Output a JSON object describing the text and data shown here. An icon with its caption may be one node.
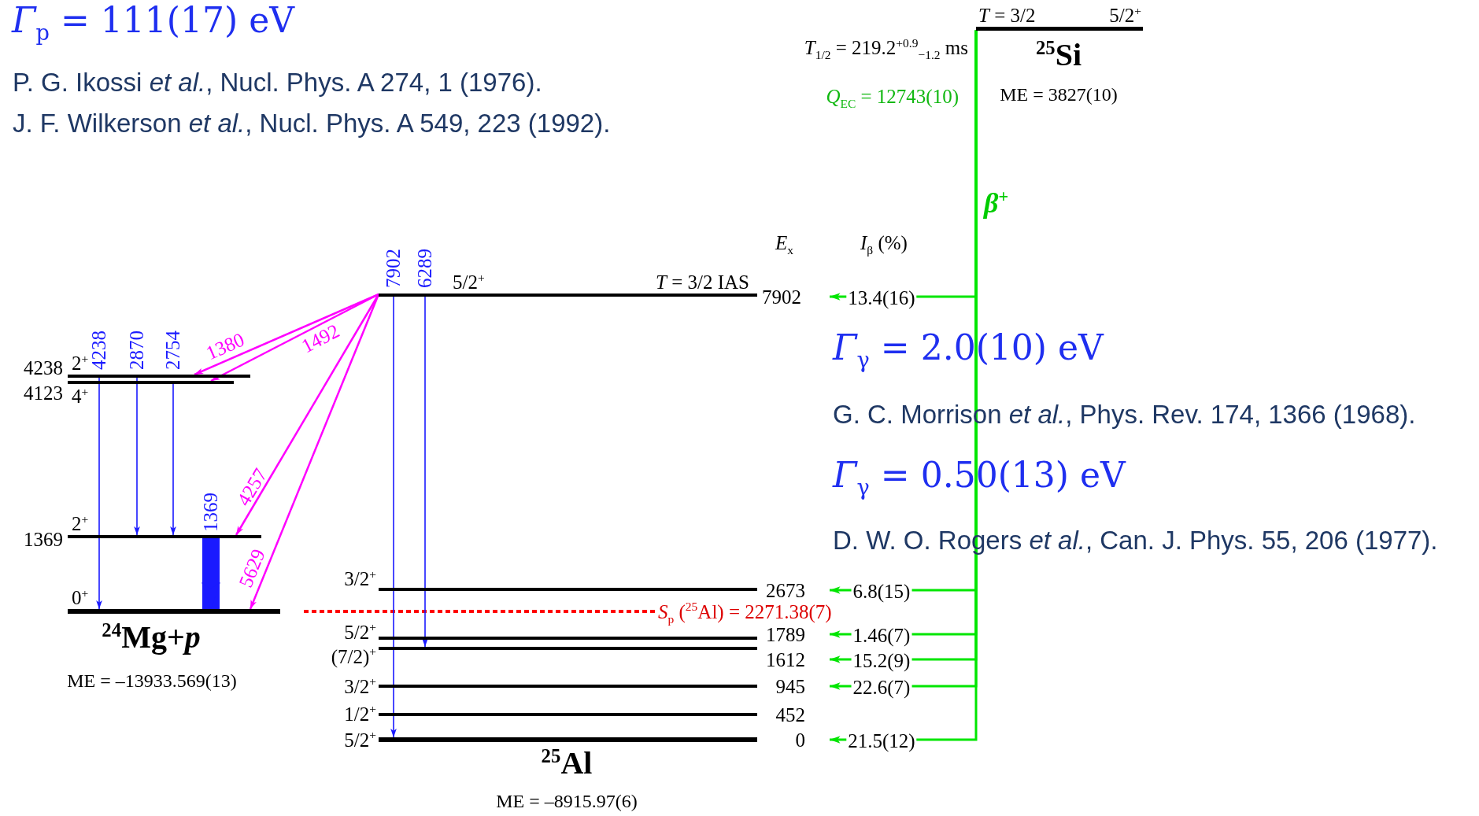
{
  "diagram": {
    "nodes": [
      {
        "text": [
          "*T* = 3/2",
          "5/2$^{+}$"
        ],
        "beside": [
          "$^{25}$Si",
          "ME = 3827(10)"
        ]
      },
      {
        "text": [
          "5/2$^{+}$",
          "*T* = 3/2 IAS",
          "7902"
        ]
      },
      {
        "text": [
          "3/2$^{+}$",
          "2673"
        ]
      },
      {
        "text": [
          "5/2$^{+}$",
          "1789"
        ]
      },
      {
        "text": [
          "(7/2)$^{+}$",
          "1612"
        ]
      },
      {
        "text": [
          "3/2$^{+}$",
          "945"
        ]
      },
      {
        "text": [
          "1/2$^{+}$",
          "452"
        ]
      },
      {
        "text": [
          "5/2$^{+}$",
          "0"
        ],
        "beside": [
          "$^{25}$Al",
          "ME = –8915.97(6)"
        ]
      },
      {
        "text": [
          "4238",
          "2$^{+}$"
        ]
      },
      {
        "text": [
          "4123",
          "4$^{+}$"
        ]
      },
      {
        "text": [
          "1369",
          "2$^{+}$"
        ]
      },
      {
        "text": [
          "0$^{+}$"
        ],
        "beside": [
          "$^{24}$Mg+*p*",
          "ME = –13933.569(13)"
        ]
      }
    ],
    "edges": [
      {
        "from": 0,
        "to": 1,
        "arrow": "to",
        "label": "13.4(16)",
        "color": "#00e600"
      },
      {
        "from": 0,
        "to": 2,
        "arrow": "to",
        "label": "6.8(15)",
        "color": "#00e600"
      },
      {
        "from": 0,
        "to": 3,
        "arrow": "to",
        "label": "1.46(7)",
        "color": "#00e600"
      },
      {
        "from": 0,
        "to": 4,
        "arrow": "to",
        "label": "15.2(9)",
        "color": "#00e600"
      },
      {
        "from": 0,
        "to": 5,
        "arrow": "to",
        "label": "22.6(7)",
        "color": "#00e600"
      },
      {
        "from": 0,
        "to": 7,
        "arrow": "to",
        "label": "21.5(12)",
        "color": "#00e600"
      },
      {
        "from": 1,
        "to": 7,
        "arrow": "to",
        "label": "7902",
        "color": "#1a1aff"
      },
      {
        "from": 1,
        "to": 4,
        "arrow": "to",
        "label": "6289",
        "color": "#1a1aff"
      },
      {
        "from": 1,
        "to": 8,
        "arrow": "to",
        "label": "1380",
        "color": "#ff00ff"
      },
      {
        "from": 1,
        "to": 9,
        "arrow": "to",
        "label": "1492",
        "color": "#ff00ff"
      },
      {
        "from": 1,
        "to": 10,
        "arrow": "to",
        "label": "4257",
        "color": "#ff00ff"
      },
      {
        "from": 1,
        "to": 11,
        "arrow": "to",
        "label": "5629",
        "color": "#ff00ff"
      },
      {
        "from": 8,
        "to": 11,
        "arrow": "to",
        "label": "4238",
        "color": "#1a1aff"
      },
      {
        "from": 8,
        "to": 10,
        "arrow": "to",
        "label": "2870",
        "color": "#1a1aff"
      },
      {
        "from": 9,
        "to": 10,
        "arrow": "to",
        "label": "2754",
        "color": "#1a1aff"
      },
      {
        "from": 10,
        "to": 11,
        "arrow": "to",
        "label": "1369",
        "color": "#1a1aff",
        "style": "thick"
      }
    ],
    "labels": [
      "*Γ*$_{p}$ = 111(17) eV",
      "P. G. Ikossi *et al.*, Nucl. Phys. A 274, 1 (1976).",
      "J. F. Wilkerson *et al.*, Nucl. Phys. A 549, 223 (1992).",
      "*T*$_{1/2}$ = 219.2$^{+0.9}$$_{−1.2}$ ms",
      "*Q*$_{EC}$ = 12743(10)",
      "*β*$^{+}$",
      "*E*$_{x}$",
      "*I*$_{β}$ (%)",
      "*Γ*$_{γ}$ = 2.0(10) eV",
      "G. C. Morrison *et al.*, Phys. Rev. 174, 1366 (1968).",
      "*Γ*$_{γ}$ = 0.50(13) eV",
      "D. W. O. Rogers *et al.*, Can. J. Phys. 55, 206 (1977).",
      "*S*$_{p}$ ($^{25}$Al) = 2271.38(7)"
    ]
  }
}
